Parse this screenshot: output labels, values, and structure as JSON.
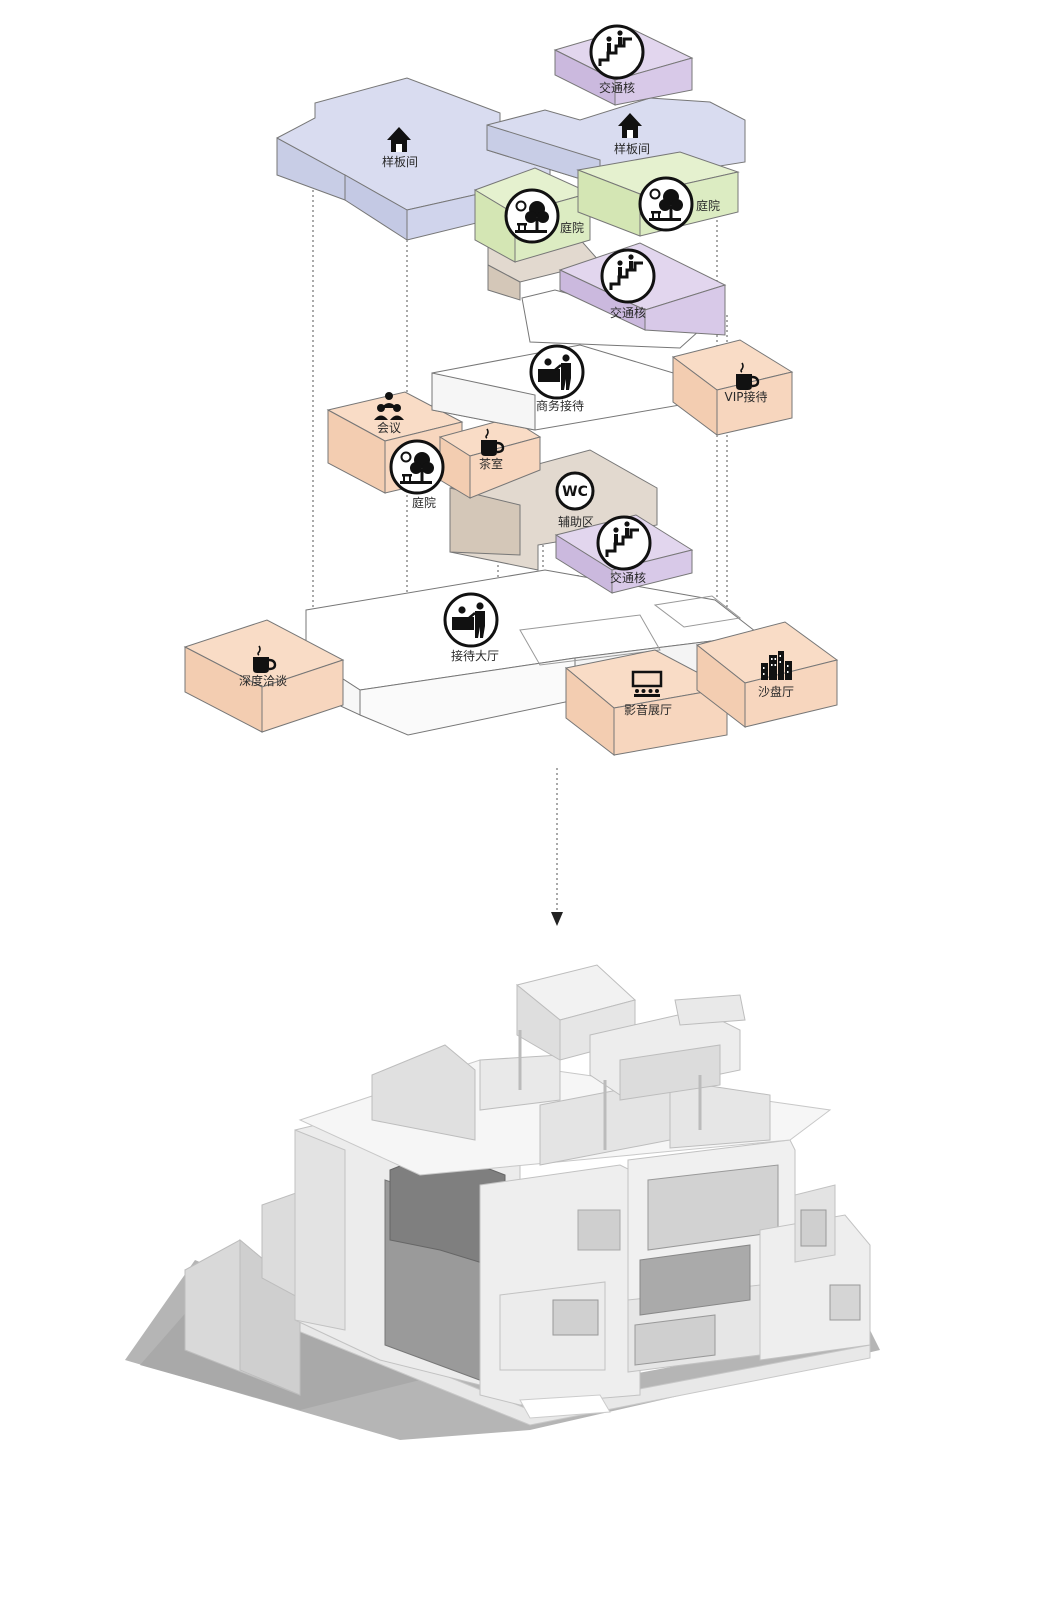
{
  "colors": {
    "sample": "#cfd3ea",
    "courtyard": "#dfeec0",
    "core": "#d4c4e4",
    "meeting": "#f5d2b9",
    "service": "#d7cbbd",
    "reception": "#ffffff",
    "line": "#777777"
  },
  "diagram": {
    "labels": {
      "core_top": "交通核",
      "sample_left": "样板间",
      "sample_right": "样板间",
      "courtyard_a": "庭院",
      "courtyard_b": "庭院",
      "core_mid": "交通核",
      "business": "商务接待",
      "vip": "VIP接待",
      "meeting": "会议",
      "tea": "茶室",
      "courtyard_c": "庭院",
      "wc": "辅助区",
      "core_low": "交通核",
      "lobby": "接待大厅",
      "deep_talk": "深度洽谈",
      "av_hall": "影音展厅",
      "sand_table": "沙盘厅"
    },
    "icons": {
      "house": "house-icon",
      "stairs": "stairs-person-icon",
      "tree": "courtyard-tree-icon",
      "reception": "reception-desk-icon",
      "cup": "coffee-cup-icon",
      "people": "meeting-people-icon",
      "wc": "wc-icon",
      "screen": "cinema-screen-icon",
      "city": "city-buildings-icon"
    },
    "wc_text": "WC"
  }
}
